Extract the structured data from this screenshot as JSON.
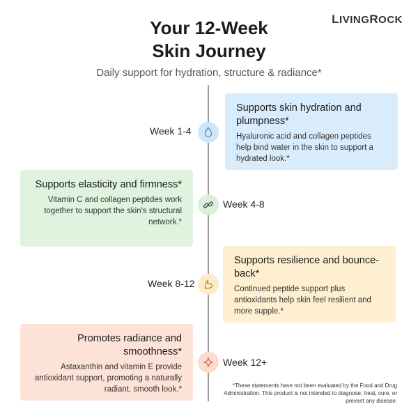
{
  "brand": {
    "name_part1": "L",
    "name_part2": "IVING",
    "name_part3": "R",
    "name_part4": "OCK"
  },
  "header": {
    "title_line1": "Your 12-Week",
    "title_line2": "Skin Journey",
    "subtitle": "Daily support for hydration, structure & radiance*"
  },
  "milestones": [
    {
      "week": "Week 1-4",
      "icon": "water-drop-icon",
      "color": "#d9ecfb",
      "title": "Supports skin hydration and plumpness*",
      "body": "Hyaluronic acid and collagen peptides help bind water in the skin to support a hydrated look.*"
    },
    {
      "week": "Week 4-8",
      "icon": "link-icon",
      "color": "#dff3df",
      "title": "Supports elasticity and firmness*",
      "body": "Vitamin C and collagen peptides work together to support the skin's structural network.*"
    },
    {
      "week": "Week 8-12",
      "icon": "flex-arm-icon",
      "color": "#fdefd0",
      "title": "Supports resilience and bounce-back*",
      "body": "Continued peptide support plus antioxidants help skin feel resilient and more supple.*"
    },
    {
      "week": "Week 12+",
      "icon": "sparkle-icon",
      "color": "#fde3d7",
      "title": "Promotes radiance and smoothness*",
      "body": "Astaxanthin and vitamin E provide antioxidant support, promoting a naturally radiant, smooth look.*"
    }
  ],
  "disclaimer": "*These statements have not been evaluated by the Food and Drug Administration. This product is not intended to diagnose, treat, cure, or prevent any disease."
}
